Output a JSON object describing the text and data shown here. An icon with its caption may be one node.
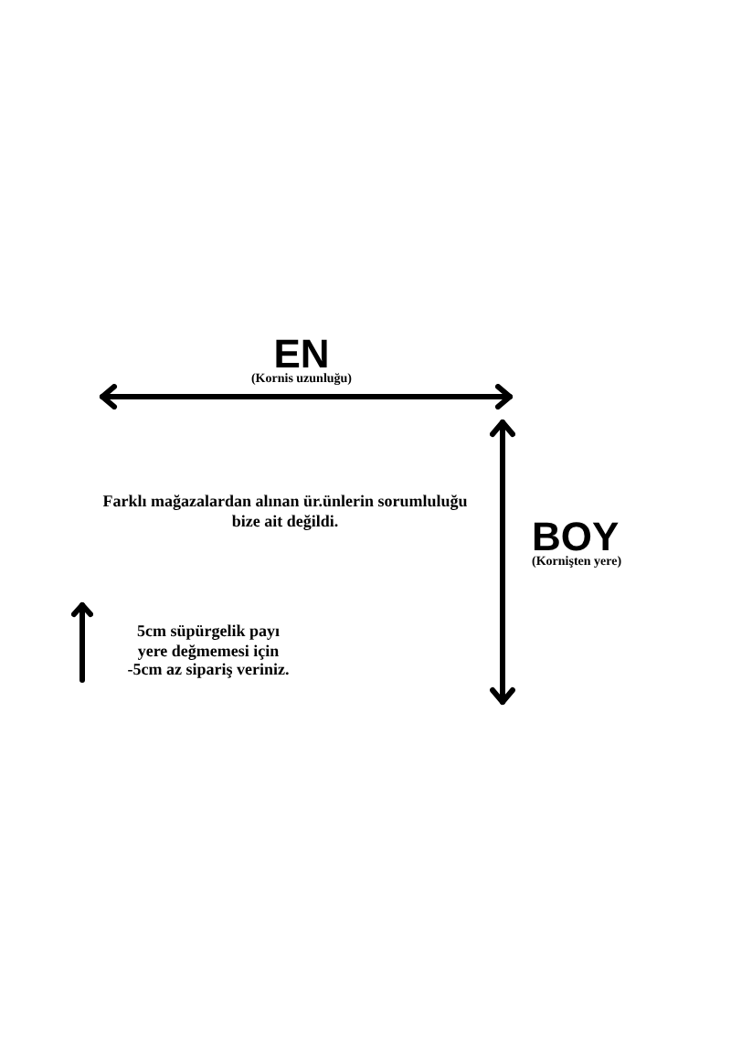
{
  "diagram": {
    "labels": [
      "EN",
      "(Kornis uzunluğu)",
      "Farklı mağazalardan alınan ür.ünlerin sorumluluğu bize ait değildi.",
      "BOY",
      "(Kornişten yere)",
      "5cm süpürgelik payı yere değmemesi için -5cm az sipariş veriniz."
    ]
  }
}
